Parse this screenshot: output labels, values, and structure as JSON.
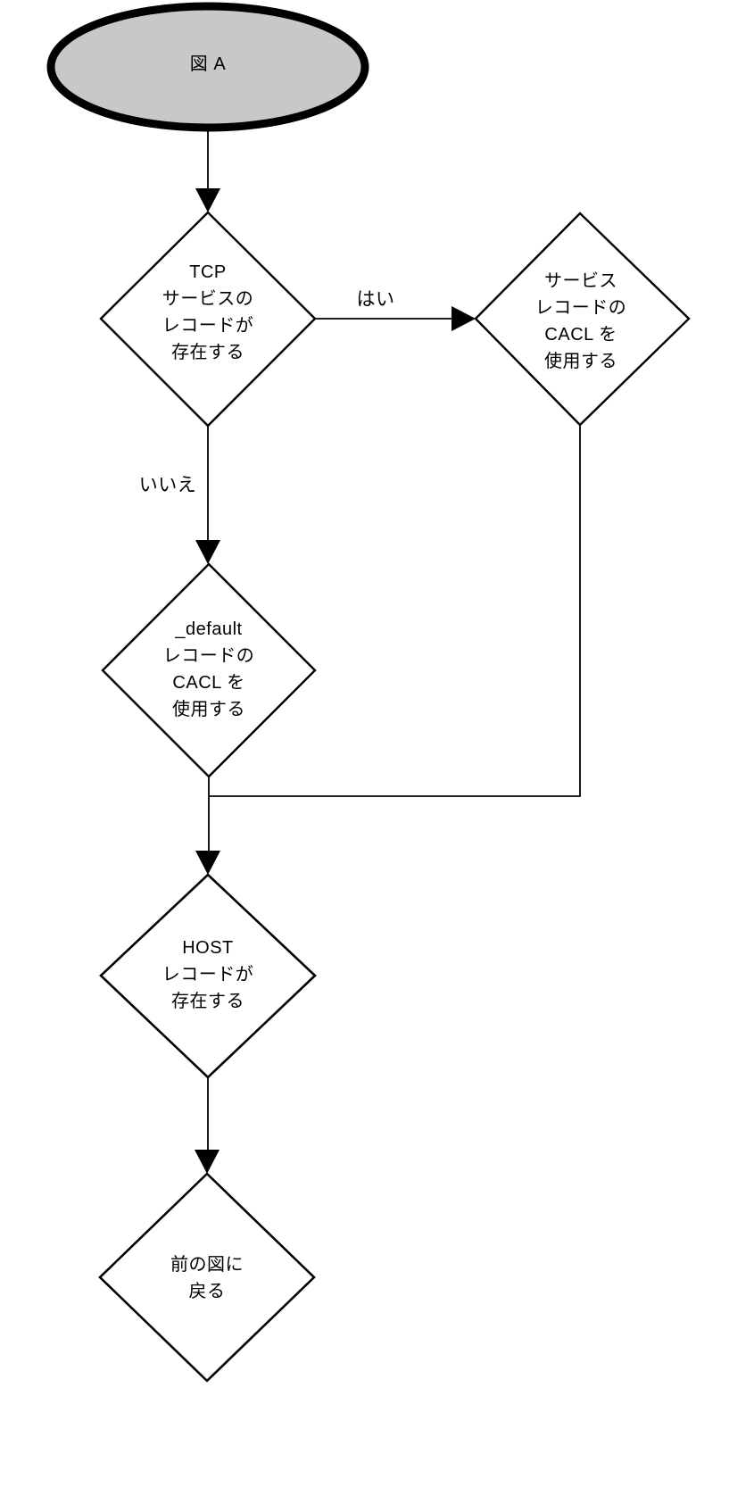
{
  "diagram": {
    "colors": {
      "background": "#ffffff",
      "line": "#000000",
      "text": "#000000",
      "terminator_fill": "#c8c8c8",
      "decision_fill": "#ffffff"
    },
    "nodes": [
      {
        "id": "start",
        "type": "terminator",
        "label": "図 A"
      },
      {
        "id": "tcp-service-record-exists",
        "type": "decision",
        "label": "TCP\nサービスの\nレコードが\n存在する"
      },
      {
        "id": "use-service-record-cacl",
        "type": "decision",
        "label": "サービス\nレコードの\nCACL を\n使用する"
      },
      {
        "id": "use-default-record-cacl",
        "type": "decision",
        "label": "_default\nレコードの\nCACL を\n使用する"
      },
      {
        "id": "host-record-exists",
        "type": "decision",
        "label": "HOST\nレコードが\n存在する"
      },
      {
        "id": "return-to-previous-figure",
        "type": "decision",
        "label": "前の図に\n戻る"
      }
    ],
    "edges": [
      {
        "from": "start",
        "to": "tcp-service-record-exists"
      },
      {
        "from": "tcp-service-record-exists",
        "to": "use-service-record-cacl",
        "label": "はい"
      },
      {
        "from": "tcp-service-record-exists",
        "to": "use-default-record-cacl",
        "label": "いいえ"
      },
      {
        "from": "use-service-record-cacl",
        "to": "host-record-exists"
      },
      {
        "from": "use-default-record-cacl",
        "to": "host-record-exists"
      },
      {
        "from": "host-record-exists",
        "to": "return-to-previous-figure"
      }
    ]
  }
}
